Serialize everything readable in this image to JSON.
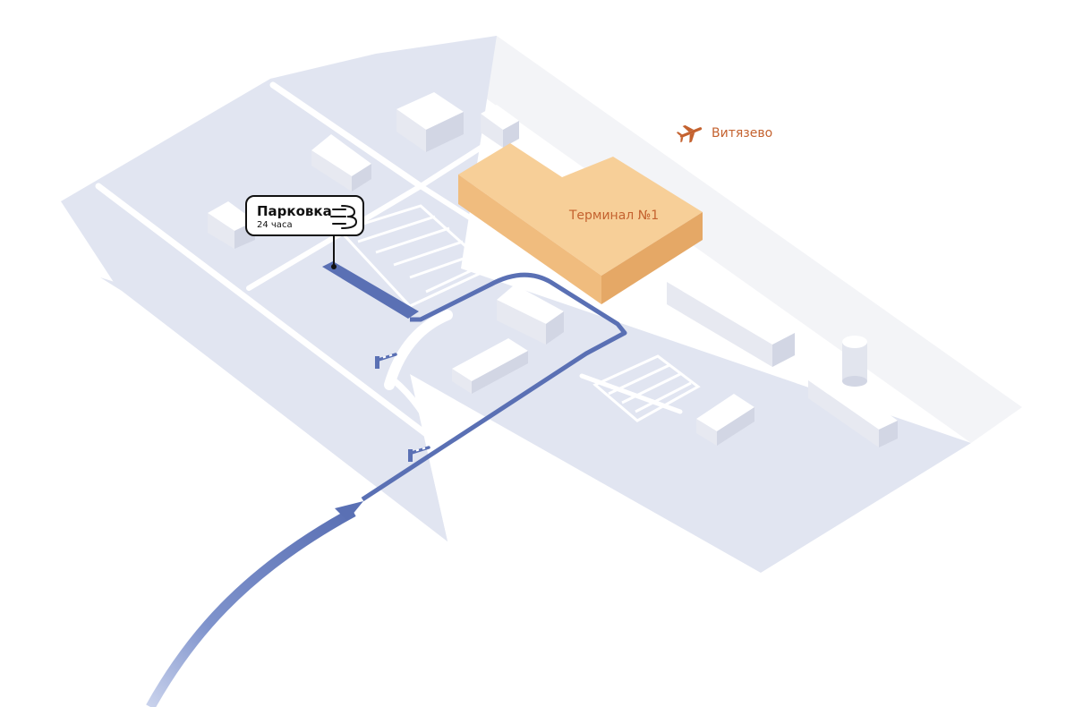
{
  "parking": {
    "title": "Парковка",
    "hours": "24 часа",
    "icon": "parking-brand-icon"
  },
  "terminal": {
    "label": "Терминал №1"
  },
  "airport": {
    "label": "Витязево",
    "icon": "airplane-icon"
  },
  "colors": {
    "ground": "#e1e5f1",
    "road": "#ffffff",
    "runway": "#f3f4f7",
    "building_top": "#ffffff",
    "building_left": "#e7e9f1",
    "building_right": "#d2d6e4",
    "terminal_top": "#f7cf98",
    "terminal_left": "#f0bc7e",
    "terminal_right": "#e5a866",
    "terminal_text": "#c4622f",
    "route": "#5a70b4",
    "route_light": "#a8b6dc",
    "parking_zone": "#5a70b4",
    "accent": "#c4622f",
    "callout_text": "#111111"
  }
}
